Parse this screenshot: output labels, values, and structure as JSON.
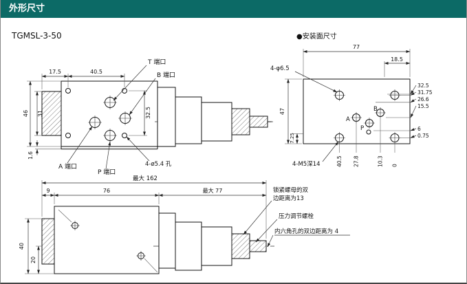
{
  "colors": {
    "header_bg": "#0c6a66"
  },
  "header": {
    "title": "外形尺寸"
  },
  "model_label": "TGMSL-3-50",
  "mounting_section_label": "●安装面尺寸",
  "plan": {
    "dim_17_5": "17.5",
    "dim_40_5": "40.5",
    "dim_46": "46",
    "dim_31": "31",
    "dim_32_5": "32.5",
    "dim_1_6": "1.6",
    "port_t": "T 端口",
    "port_b": "B 端口",
    "port_a": "A 端口",
    "port_p": "P 端口",
    "holes_note": "4-ø5.4 孔"
  },
  "mount": {
    "dim_77": "77",
    "dim_18_5": "18.5",
    "dim_47": "47",
    "dim_7_25": "7.25",
    "holes_note": "4-φ6.5",
    "thread_note": "4-M5深14",
    "right_dims": [
      "32.5",
      "31.75",
      "26.6",
      "15.5",
      "6",
      "0.75"
    ],
    "bottom_dims": [
      "40.5",
      "27.8",
      "10.3",
      "0"
    ],
    "port_a": "A",
    "port_b": "B",
    "port_p": "P"
  },
  "side": {
    "dim_max162": "最大 162",
    "dim_9": "9",
    "dim_76": "76",
    "dim_max77": "最大 77",
    "dim_40": "40",
    "dim_20": "20",
    "note_locknut_1": "锁紧螺母的双",
    "note_locknut_2": "边距离为13",
    "note_adjust": "压力调节螺栓",
    "note_hex": "内六角孔的双边距离为 4"
  }
}
